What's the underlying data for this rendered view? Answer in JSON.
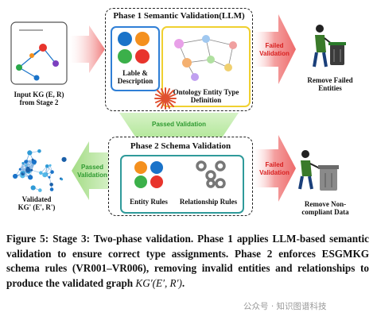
{
  "input": {
    "label_line1": "Input KG (E, R)",
    "label_line2": "from Stage 2"
  },
  "phase1": {
    "title": "Phase 1 Semantic Validation(LLM)",
    "left_label_line1": "Lable &",
    "left_label_line2": "Description",
    "right_label_line1": "Ontology Entity Type",
    "right_label_line2": "Definition",
    "failed_line1": "Failed",
    "failed_line2": "Validation",
    "remove_line1": "Remove Failed",
    "remove_line2": "Entities"
  },
  "passed_down": "Passed Validation",
  "phase2": {
    "title": "Phase 2 Schema Validation",
    "entity_rules": "Entity Rules",
    "relationship_rules": "Relationship Rules",
    "failed_line1": "Failed",
    "failed_line2": "Validation",
    "remove_line1": "Remove Non-",
    "remove_line2": "compliant Data",
    "passed_line1": "Passed",
    "passed_line2": "Validation"
  },
  "output": {
    "label_line1": "Validated",
    "label_line2": "KG' (E', R')"
  },
  "caption": {
    "head": "Figure 5: Stage 3: Two-phase validation. Phase 1 applies LLM-based semantic validation to ensure correct type assignments. Phase 2 enforces ESGMKG schema rules (VR001–VR006), removing invalid entities and relationships to produce the validated graph ",
    "math": "KG′(E′, R′)",
    "tail": "."
  },
  "watermark": "公众号 · 知识图谱科技",
  "colors": {
    "orange": "#f4901e",
    "blue": "#1a73c9",
    "green": "#3bb04a",
    "red": "#e8342c",
    "fail_arrow": "#f08080",
    "pass_arrow": "#a8e08a",
    "inner_blue": "#2f7fd6",
    "inner_yellow": "#f0d030"
  }
}
